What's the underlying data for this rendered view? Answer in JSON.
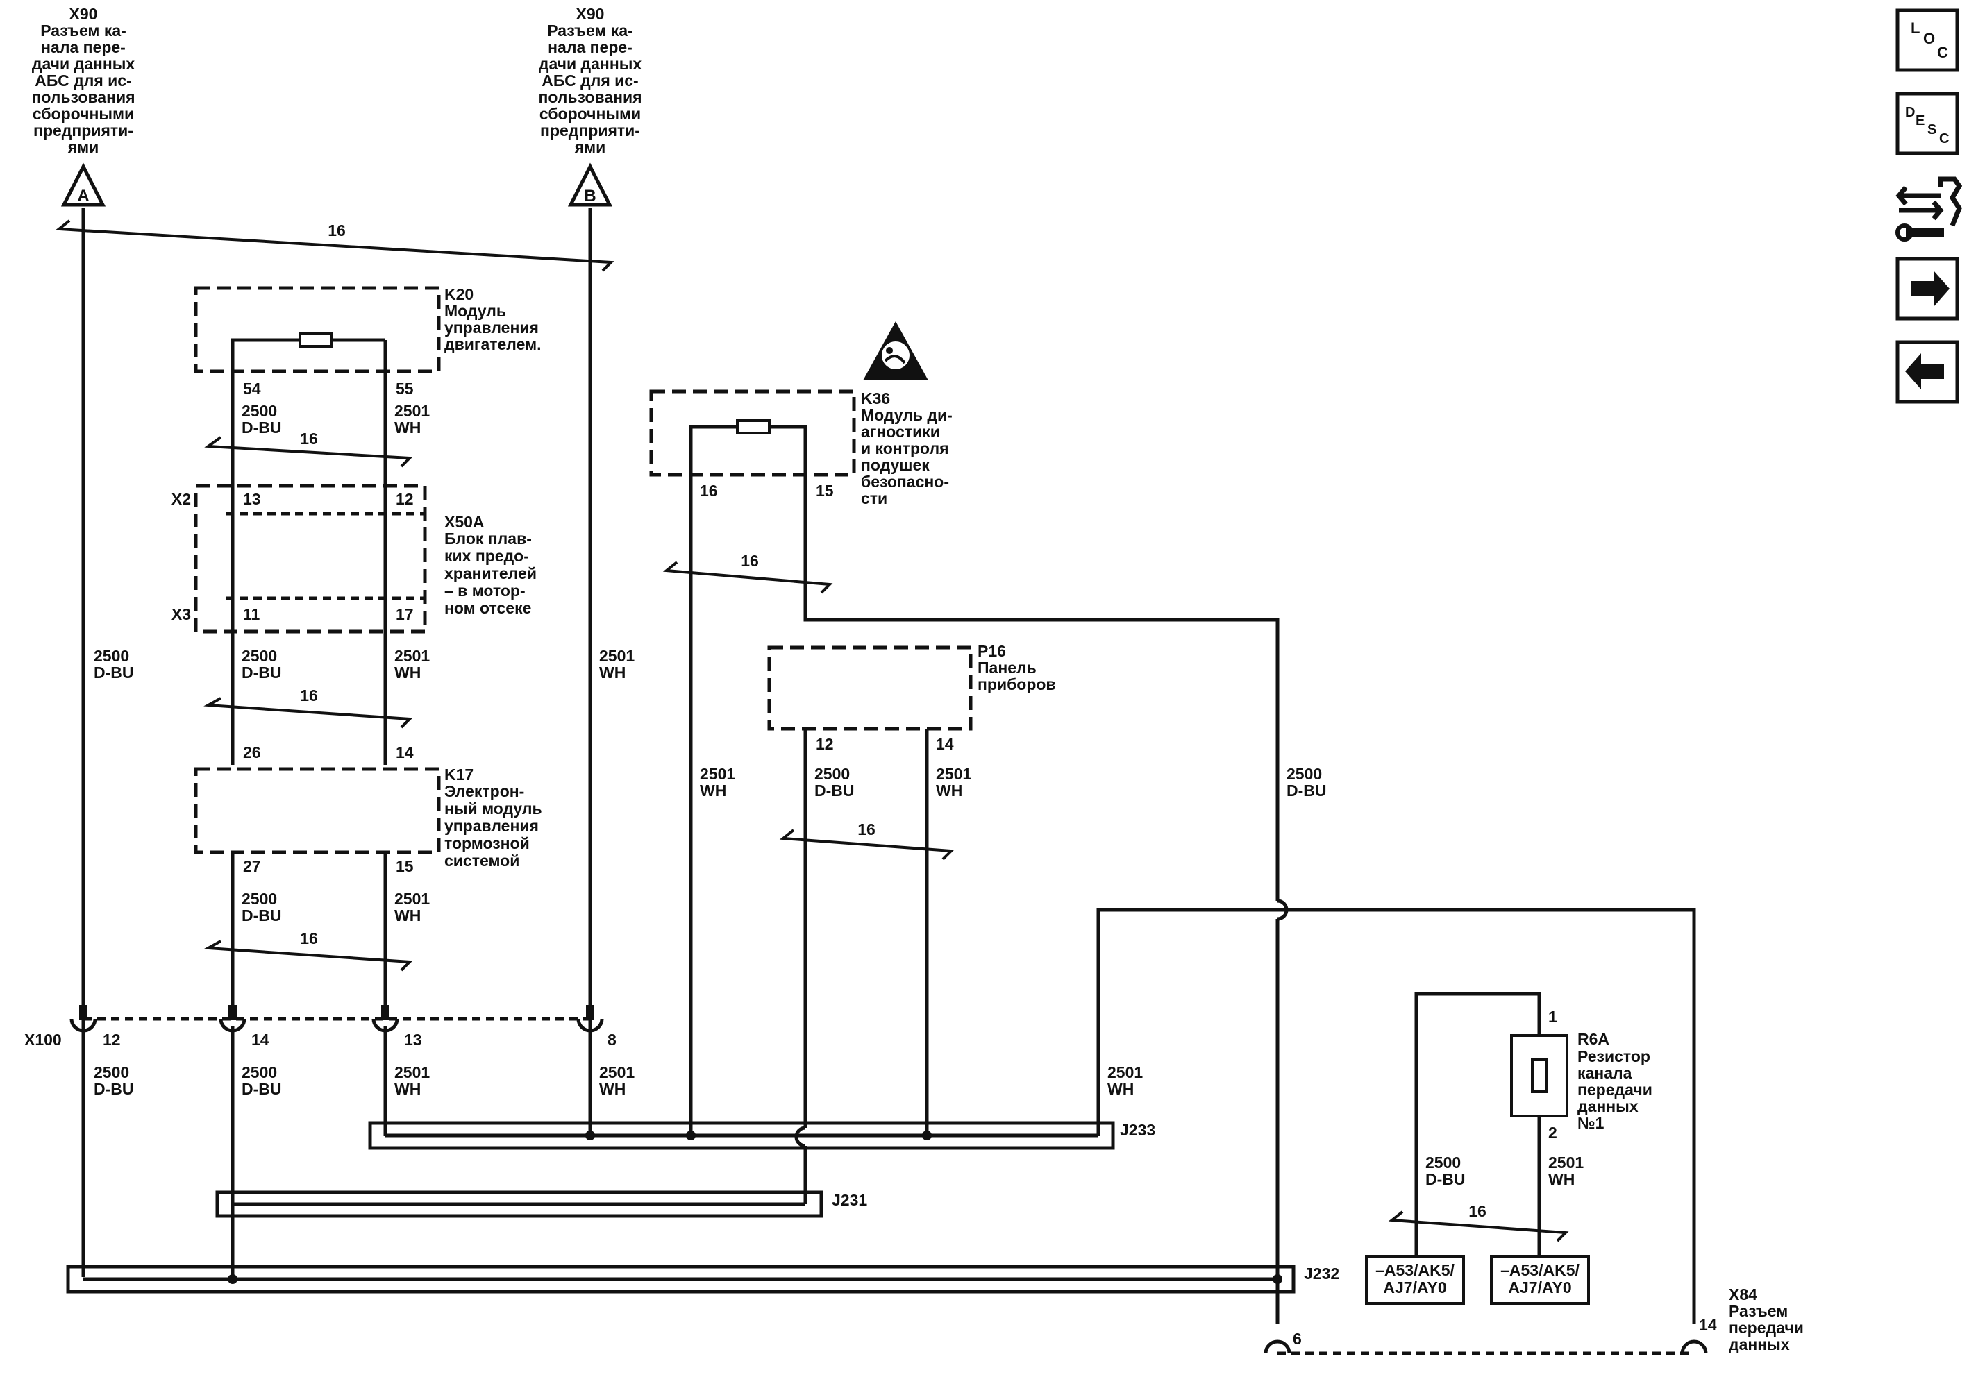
{
  "connectors": {
    "x90_a": {
      "name": "X90",
      "lines": [
        "Разъем ка-",
        "нала пере-",
        "дачи данных",
        "АБС для ис-",
        "пользования",
        "сборочными",
        "предприяти-",
        "ями"
      ],
      "symbol": "A"
    },
    "x90_b": {
      "name": "X90",
      "lines": [
        "Разъем ка-",
        "нала пере-",
        "дачи данных",
        "АБС для ис-",
        "пользования",
        "сборочными",
        "предприяти-",
        "ями"
      ],
      "symbol": "B"
    },
    "x100": {
      "name": "X100",
      "pins": [
        "12",
        "14",
        "13",
        "8"
      ]
    },
    "x84": {
      "name": "X84",
      "lines": [
        "Разъем",
        "передачи",
        "данных"
      ],
      "pin_left": "6",
      "pin_right": "14"
    }
  },
  "modules": {
    "k20": {
      "name": "K20",
      "lines": [
        "Модуль",
        "управления",
        "двигателем."
      ],
      "pin_left": "54",
      "pin_right": "55"
    },
    "x50a": {
      "name": "X50A",
      "lines": [
        "Блок плав-",
        "ких предо-",
        "хранителей",
        "– в мотор-",
        "ном отсеке"
      ],
      "x2": "X2",
      "x3": "X3",
      "x2_left": "13",
      "x2_right": "12",
      "x3_left": "11",
      "x3_right": "17"
    },
    "k17": {
      "name": "K17",
      "lines": [
        "Электрон-",
        "ный модуль",
        "управления",
        "тормозной",
        "системой"
      ],
      "top_left": "26",
      "top_right": "14",
      "bottom_left": "27",
      "bottom_right": "15"
    },
    "k36": {
      "name": "K36",
      "lines": [
        "Модуль ди-",
        "агностики",
        "и контроля",
        "подушек",
        "безопасно-",
        "сти"
      ],
      "pin_left": "16",
      "pin_right": "15"
    },
    "p16": {
      "name": "P16",
      "lines": [
        "Панель",
        "приборов"
      ],
      "pin_left": "12",
      "pin_right": "14"
    },
    "r6a": {
      "name": "R6A",
      "lines": [
        "Резистор",
        "канала",
        "передачи",
        "данных",
        "№1"
      ],
      "pin_top": "1",
      "pin_bottom": "2"
    }
  },
  "splices": {
    "j233": "J233",
    "j231": "J231",
    "j232": "J232"
  },
  "wires": {
    "d_bu": {
      "circuit": "2500",
      "color": "D-BU"
    },
    "wh": {
      "circuit": "2501",
      "color": "WH"
    },
    "twist_gauge": "16"
  },
  "options": {
    "left": [
      "–A53/AK5/",
      "AJ7/AY0"
    ],
    "right": [
      "–A53/AK5/",
      "AJ7/AY0"
    ]
  },
  "side_icons": [
    {
      "name": "loc-icon",
      "glyph": [
        "L",
        "O",
        "C"
      ]
    },
    {
      "name": "desc-icon",
      "glyph": [
        "D",
        "E",
        "S",
        "C"
      ]
    },
    {
      "name": "connector-repair-icon"
    },
    {
      "name": "next-arrow-icon"
    },
    {
      "name": "back-arrow-icon"
    }
  ],
  "colors": {
    "line": "#111111",
    "background": "#ffffff"
  }
}
